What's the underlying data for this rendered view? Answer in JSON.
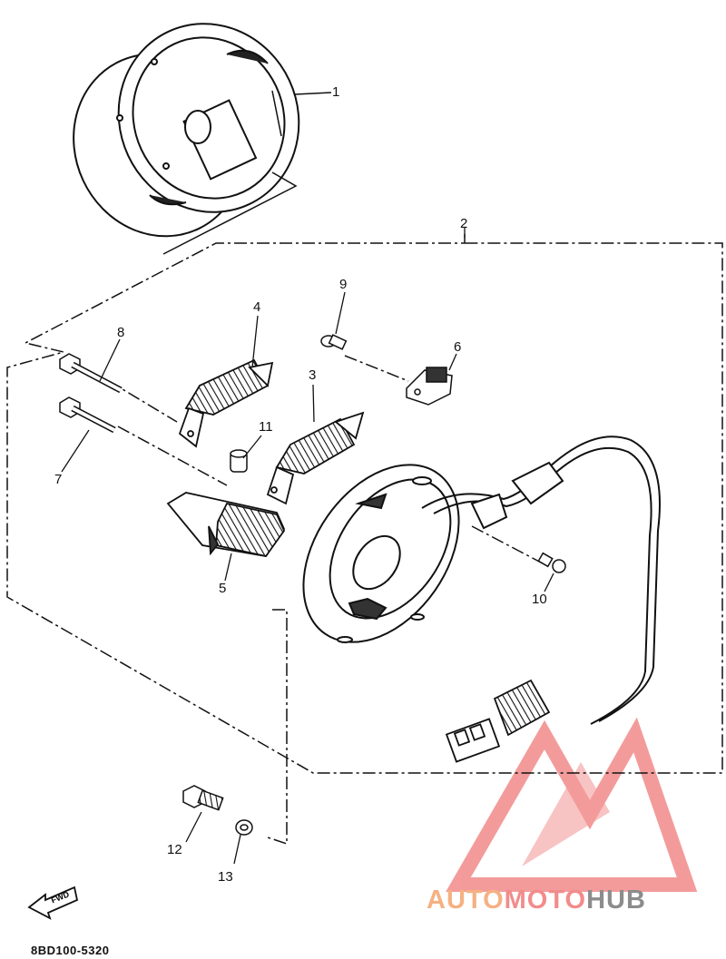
{
  "callouts": [
    "1",
    "2",
    "3",
    "4",
    "5",
    "6",
    "7",
    "8",
    "9",
    "10",
    "11",
    "12",
    "13"
  ],
  "fwd_label": "FWD",
  "drawing_code": "8BD100-5320",
  "watermark": {
    "part1": "AUTO",
    "part2": "MOTO",
    "part3": "HUB",
    "color_part1": "#f5b183",
    "color_part2": "#f28c8c",
    "color_part3": "#8c8c8c",
    "logo_color": "#f07a7a"
  }
}
